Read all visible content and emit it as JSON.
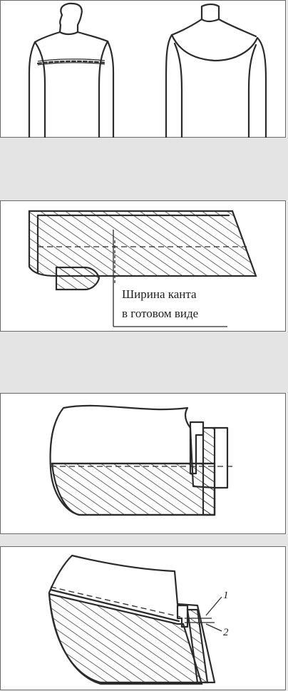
{
  "panels": [
    {
      "id": "figure-1",
      "description_key": "garment-views"
    },
    {
      "id": "figure-2",
      "description_key": "piping-edge"
    },
    {
      "id": "figure-3",
      "description_key": "folded-edge"
    },
    {
      "id": "figure-4",
      "description_key": "edge-with-markers"
    }
  ],
  "figure2": {
    "label_line1": "Ширина канта",
    "label_line2": "в готовом виде"
  },
  "figure4": {
    "marker_1": "1",
    "marker_2": "2"
  },
  "colors": {
    "ink": "#2b2b2b",
    "panel_bg": "#ffffff",
    "page_bg": "#e4e4e4"
  }
}
